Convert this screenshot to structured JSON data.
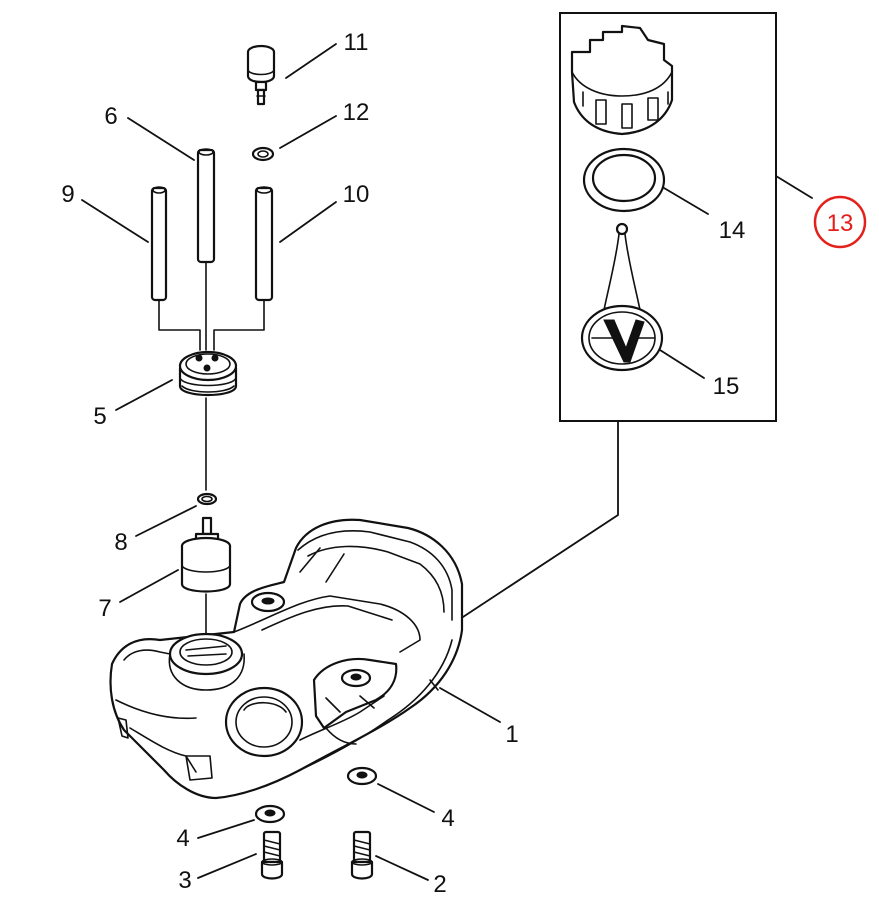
{
  "callouts": {
    "c1": "1",
    "c2": "2",
    "c3": "3",
    "c4a": "4",
    "c4b": "4",
    "c5": "5",
    "c6": "6",
    "c7": "7",
    "c8": "8",
    "c9": "9",
    "c10": "10",
    "c11": "11",
    "c12": "12",
    "c13": "13",
    "c14": "14",
    "c15": "15"
  },
  "highlight": {
    "callout": "13",
    "color": "#e3201b"
  },
  "colors": {
    "line": "#111111",
    "background": "#ffffff"
  }
}
